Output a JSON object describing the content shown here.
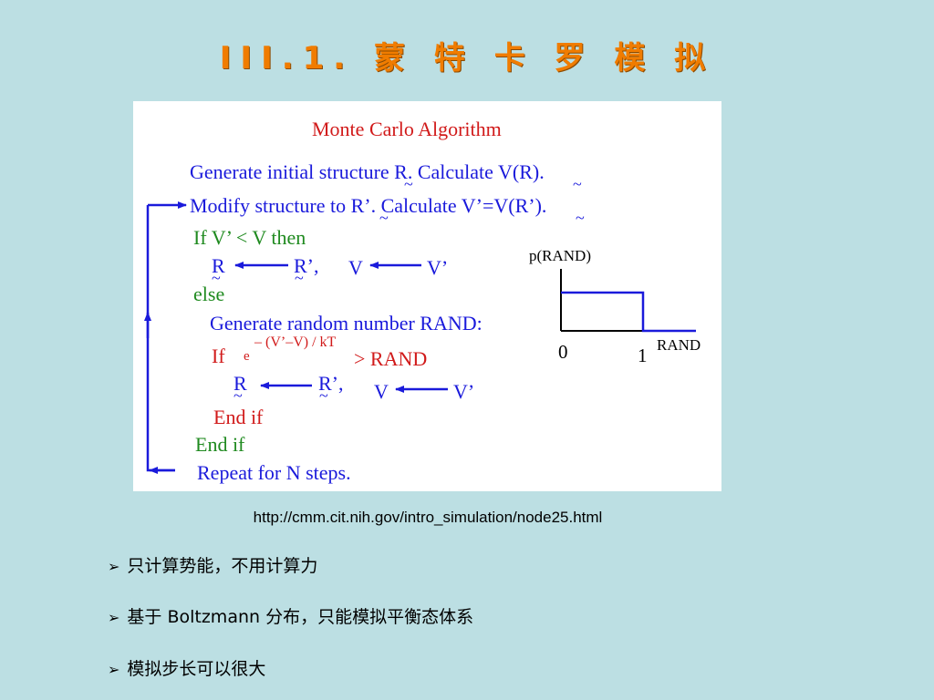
{
  "slide": {
    "title": "III.1. 蒙 特 卡 罗 模 拟",
    "url": "http://cmm.cit.nih.gov/intro_simulation/node25.html",
    "bullets": [
      "只计算势能，不用计算力",
      "基于 Boltzmann 分布，只能模拟平衡态体系",
      "模拟步长可以很大"
    ],
    "bullet_marker": "➢"
  },
  "algorithm": {
    "heading": "Monte Carlo Algorithm",
    "line_generate": "Generate initial structure R.  Calculate V(R).",
    "line_modify": "Modify structure to R’.  Calculate V’=V(R’).",
    "if_line": "If V’ < V then",
    "assign1_left": "R",
    "assign1_mid": "R’,",
    "assign1_v": "V",
    "assign1_vp": "V’",
    "else": "else",
    "gen_random": "Generate random number RAND:",
    "if2": "If",
    "exp_base": "e",
    "exp_power": "– (V’–V) / kT",
    "gt_rand": ">  RAND",
    "assign2_left": "R",
    "assign2_mid": "R’,",
    "assign2_v": "V",
    "assign2_vp": "V’",
    "endif_inner": "End if",
    "endif_outer": "End if",
    "repeat": "Repeat for N steps."
  },
  "plot": {
    "ylabel": "p(RAND)",
    "xlabel": "RAND",
    "tick0": "0",
    "tick1": "1"
  },
  "colors": {
    "background": "#bcdfe3",
    "title": "#f07c00",
    "blue_text": "#1a1adb",
    "green_text": "#1f8a1f",
    "red_text": "#d11a1a"
  }
}
